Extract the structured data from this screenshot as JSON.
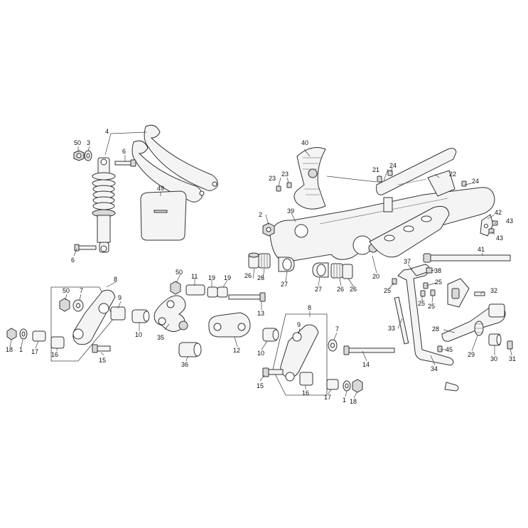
{
  "colors": {
    "line": "#333333",
    "fill": "#f4f4f4",
    "shade": "#d9d9d9",
    "background": "#ffffff"
  },
  "callouts": {
    "c1a": "1",
    "c1b": "1",
    "c2": "2",
    "c3": "3",
    "c4": "4",
    "c6a": "6",
    "c6b": "6",
    "c7a": "7",
    "c7b": "7",
    "c8a": "8",
    "c8b": "8",
    "c9a": "9",
    "c9b": "9",
    "c10a": "10",
    "c10b": "10",
    "c11": "11",
    "c12": "12",
    "c13": "13",
    "c14": "14",
    "c15a": "15",
    "c15b": "15",
    "c16a": "16",
    "c16b": "16",
    "c17a": "17",
    "c17b": "17",
    "c18a": "18",
    "c18b": "18",
    "c19a": "19",
    "c19b": "19",
    "c20": "20",
    "c21": "21",
    "c22": "22",
    "c23a": "23",
    "c23b": "23",
    "c24a": "24",
    "c24b": "24",
    "c25a": "25",
    "c25b": "25",
    "c25c": "25",
    "c25d": "25",
    "c26a": "26",
    "c26b": "26",
    "c26c": "26",
    "c26d": "26",
    "c27a": "27",
    "c27b": "27",
    "c28": "28",
    "c29": "29",
    "c30": "30",
    "c31": "31",
    "c32": "32",
    "c33": "33",
    "c34": "34",
    "c35": "35",
    "c36": "36",
    "c37": "37",
    "c38": "38",
    "c39": "39",
    "c40": "40",
    "c41": "41",
    "c42": "42",
    "c43a": "43",
    "c43b": "43",
    "c45": "45",
    "c49": "49",
    "c50a": "50",
    "c50b": "50",
    "c50c": "50"
  }
}
